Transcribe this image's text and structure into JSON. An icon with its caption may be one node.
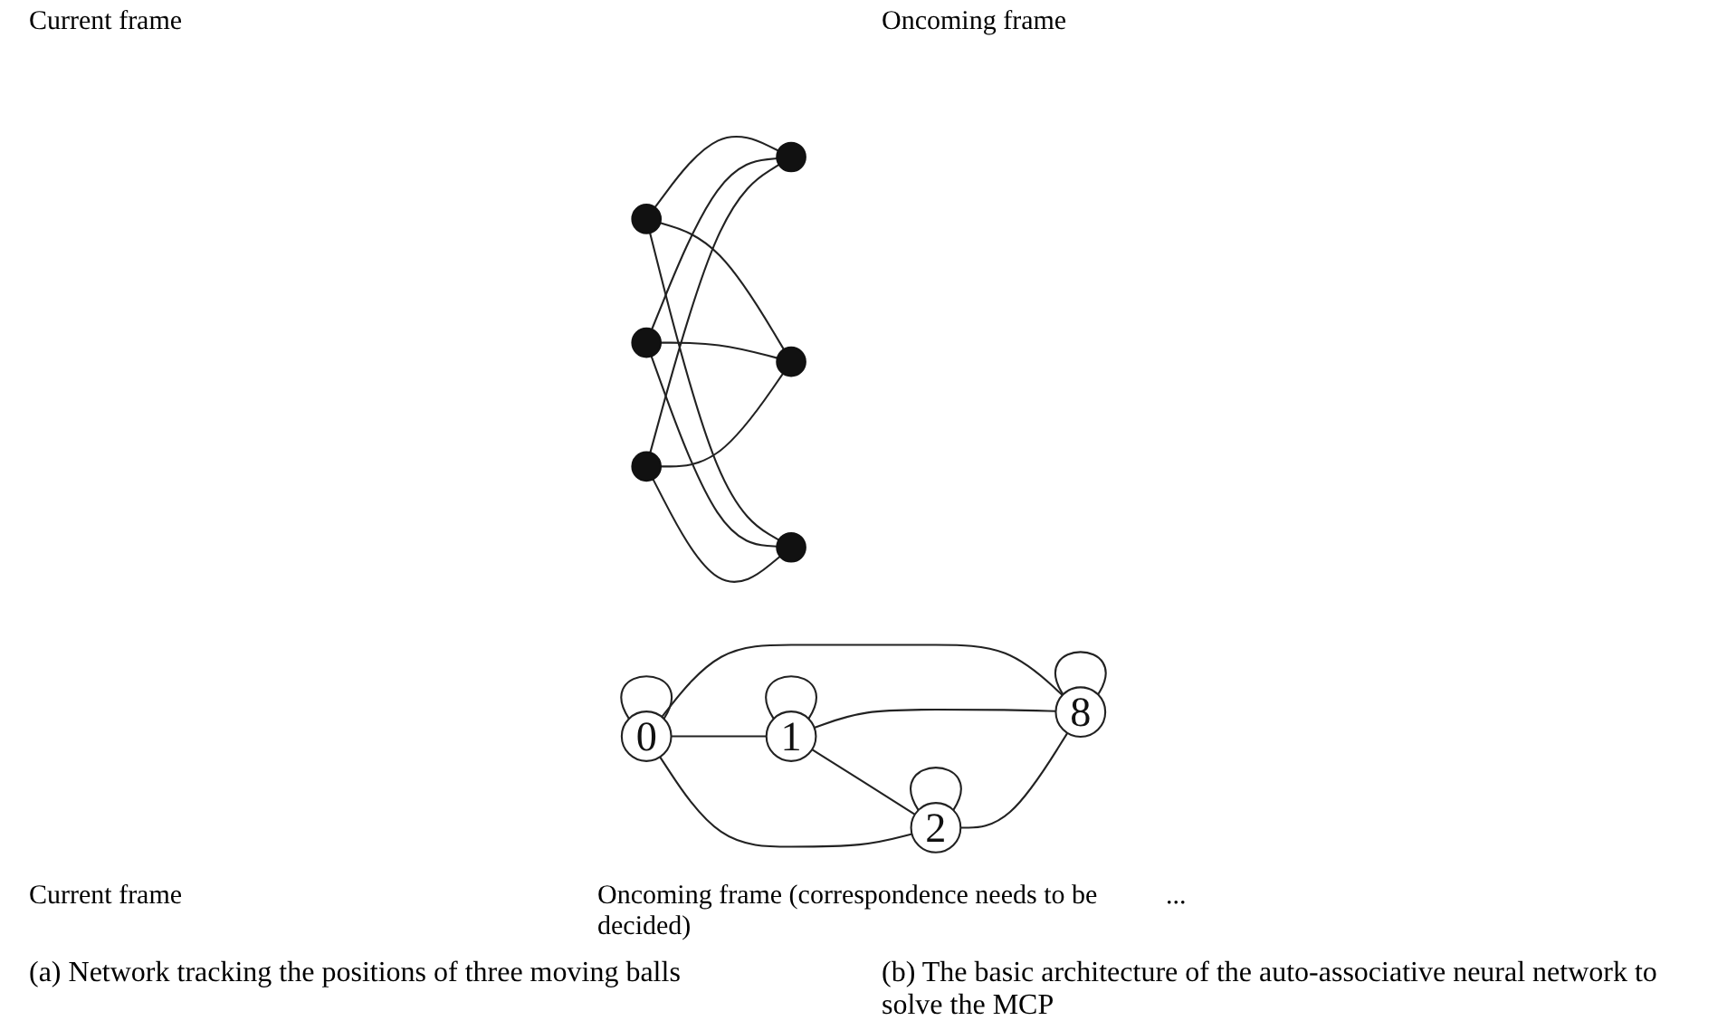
{
  "diagram": {
    "nodes": [
      {
        "text": [],
        "shape": "circle"
      },
      {
        "text": [],
        "shape": "circle"
      },
      {
        "text": [],
        "shape": "circle"
      },
      {
        "text": [],
        "shape": "circle"
      },
      {
        "text": [],
        "shape": "circle"
      },
      {
        "text": [],
        "shape": "circle"
      },
      {
        "text": [
          "0"
        ]
      },
      {
        "text": [
          "1"
        ]
      },
      {
        "text": [
          "2"
        ]
      },
      {
        "text": [
          "8"
        ]
      }
    ],
    "edges": [
      {
        "from": 0,
        "to": 1,
        "arrow": "none"
      },
      {
        "from": 0,
        "to": 3,
        "arrow": "none"
      },
      {
        "from": 0,
        "to": 5,
        "arrow": "none"
      },
      {
        "from": 2,
        "to": 1,
        "arrow": "none"
      },
      {
        "from": 2,
        "to": 3,
        "arrow": "none"
      },
      {
        "from": 2,
        "to": 5,
        "arrow": "none"
      },
      {
        "from": 4,
        "to": 1,
        "arrow": "none"
      },
      {
        "from": 4,
        "to": 3,
        "arrow": "none"
      },
      {
        "from": 4,
        "to": 5,
        "arrow": "none"
      },
      {
        "from": 6,
        "to": 6,
        "arrow": "none"
      },
      {
        "from": 7,
        "to": 7,
        "arrow": "none"
      },
      {
        "from": 8,
        "to": 8,
        "arrow": "none"
      },
      {
        "from": 9,
        "to": 9,
        "arrow": "none"
      },
      {
        "from": 6,
        "to": 7,
        "arrow": "none"
      },
      {
        "from": 7,
        "to": 8,
        "arrow": "none"
      },
      {
        "from": 6,
        "to": 8,
        "arrow": "none"
      },
      {
        "from": 6,
        "to": 9,
        "arrow": "none"
      },
      {
        "from": 7,
        "to": 9,
        "arrow": "none"
      },
      {
        "from": 8,
        "to": 9,
        "arrow": "none"
      }
    ],
    "labels": [
      "Current frame",
      "Oncoming frame",
      "Current frame",
      "Oncoming frame (correspondence needs to be decided)",
      "...",
      "(a) Network tracking the positions of three moving balls",
      "(b) The basic architecture of the auto-associative neural network to solve the MCP"
    ]
  }
}
